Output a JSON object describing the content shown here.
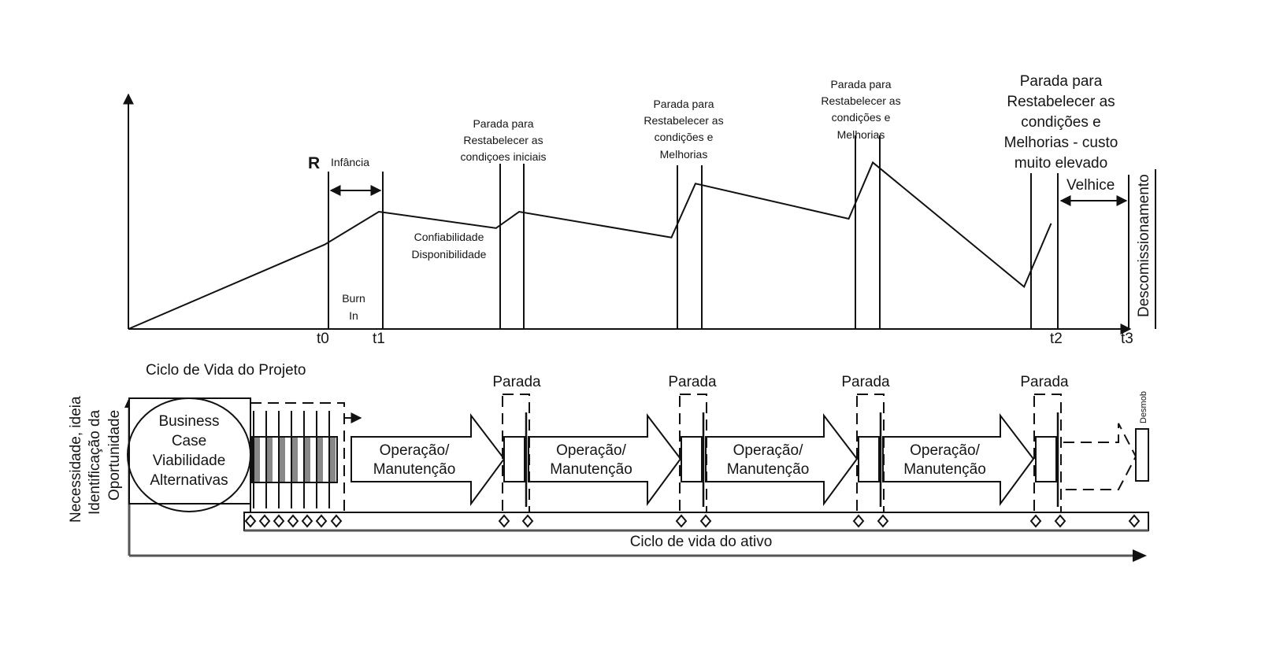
{
  "top_chart": {
    "y_axis_label": "R",
    "x_ticks": [
      {
        "key": "t0",
        "label": "t0"
      },
      {
        "key": "t1",
        "label": "t1"
      },
      {
        "key": "t2",
        "label": "t2"
      },
      {
        "key": "t3",
        "label": "t3"
      }
    ],
    "infancia_label": "Infância",
    "burn_in_label": [
      "Burn",
      "In"
    ],
    "confiabilidade_label": [
      "Confiabilidade",
      "Disponibilidade"
    ],
    "stops": [
      {
        "label": [
          "Parada para",
          "Restabelecer as",
          "condiçoes iniciais"
        ]
      },
      {
        "label": [
          "Parada para",
          "Restabelecer as",
          "condições e",
          "Melhorias"
        ]
      },
      {
        "label": [
          "Parada para",
          "Restabelecer as",
          "condições e",
          "Melhorias"
        ]
      },
      {
        "label": [
          "Parada para",
          "Restabelecer as",
          "condições  e",
          "Melhorias - custo",
          "muito elevado"
        ]
      }
    ],
    "velhice_label": "Velhice",
    "descomissionamento_label": "Descomissionamento"
  },
  "bottom_band": {
    "project_cycle_title": "Ciclo de Vida do Projeto",
    "y_axis_label": [
      "Necessidade, ideia",
      "Identificação da",
      "Oportunidade"
    ],
    "business_case_label": [
      "Business",
      "Case",
      "Viabilidade",
      "Alternativas"
    ],
    "parada_labels": [
      "Parada",
      "Parada",
      "Parada",
      "Parada"
    ],
    "operation_arrows": [
      {
        "label": [
          "Operação/",
          "Manutenção"
        ]
      },
      {
        "label": [
          "Operação/",
          "Manutenção"
        ]
      },
      {
        "label": [
          "Operação/",
          "Manutenção"
        ]
      },
      {
        "label": [
          "Operação/",
          "Manutenção"
        ]
      }
    ],
    "desmob_label": "Desmob",
    "asset_cycle_label": "Ciclo de vida do ativo"
  },
  "chart_data": {
    "type": "line",
    "title": "",
    "xlabel": "",
    "ylabel": "R",
    "description": "Reliability/availability (R) over the asset life cycle: rises through project phase and burn-in, then degrades between successive restoration stops, with a final steep decline before t2 and decommissioning at t3.",
    "x_ticks": [
      "t0",
      "t1",
      "t2",
      "t3"
    ],
    "series": [
      {
        "name": "Confiabilidade / Disponibilidade",
        "points": [
          {
            "x": 0.0,
            "y": 0.0
          },
          {
            "x": 0.196,
            "y": 0.36
          },
          {
            "x": 0.25,
            "y": 0.5
          },
          {
            "x": 0.367,
            "y": 0.43
          },
          {
            "x": 0.39,
            "y": 0.5
          },
          {
            "x": 0.542,
            "y": 0.39
          },
          {
            "x": 0.566,
            "y": 0.62
          },
          {
            "x": 0.719,
            "y": 0.47
          },
          {
            "x": 0.743,
            "y": 0.71
          },
          {
            "x": 0.894,
            "y": 0.18
          },
          {
            "x": 0.921,
            "y": 0.45
          }
        ]
      }
    ],
    "xlim": [
      0,
      1
    ],
    "ylim": [
      0,
      1
    ],
    "grid": false
  }
}
